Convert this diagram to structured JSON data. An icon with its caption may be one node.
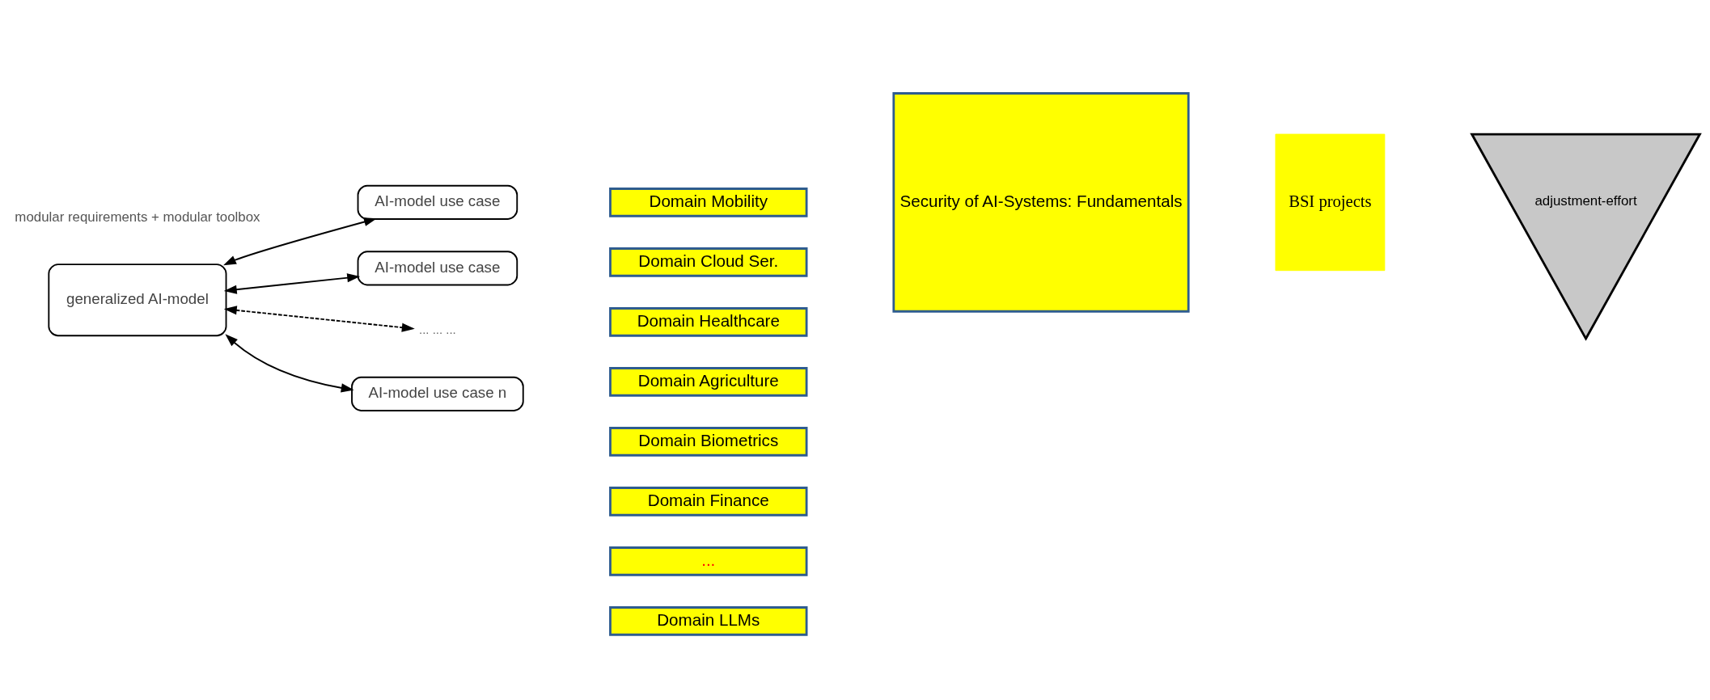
{
  "diagram": {
    "nodes": [
      {
        "text": [
          "generalized AI-model"
        ],
        "beside": [
          "modular requirements + modular toolbox"
        ]
      },
      {
        "text": [
          "AI-model use case"
        ]
      },
      {
        "text": [
          "AI-model use case"
        ]
      },
      {
        "text": [
          "... ... ..."
        ]
      },
      {
        "text": [
          "AI-model use case n"
        ]
      },
      {
        "text": [
          "Domain Mobility"
        ]
      },
      {
        "text": [
          "Domain Cloud Ser."
        ]
      },
      {
        "text": [
          "Domain Healthcare"
        ]
      },
      {
        "text": [
          "Domain Agriculture"
        ]
      },
      {
        "text": [
          "Domain Biometrics"
        ]
      },
      {
        "text": [
          "Domain Finance"
        ]
      },
      {
        "text": [
          "..."
        ]
      },
      {
        "text": [
          "Domain LLMs"
        ]
      },
      {
        "text": [
          "Security of AI-Systems: Fundamentals"
        ]
      },
      {
        "text": [
          "BSI projects"
        ]
      },
      {
        "text": [
          "adjustment-effort"
        ]
      }
    ],
    "edges": [
      {
        "from": 0,
        "to": 1,
        "arrow": "both"
      },
      {
        "from": 0,
        "to": 2,
        "arrow": "both"
      },
      {
        "from": 0,
        "to": 3,
        "arrow": "both",
        "style": "dashed"
      },
      {
        "from": 0,
        "to": 4,
        "arrow": "both"
      }
    ]
  }
}
